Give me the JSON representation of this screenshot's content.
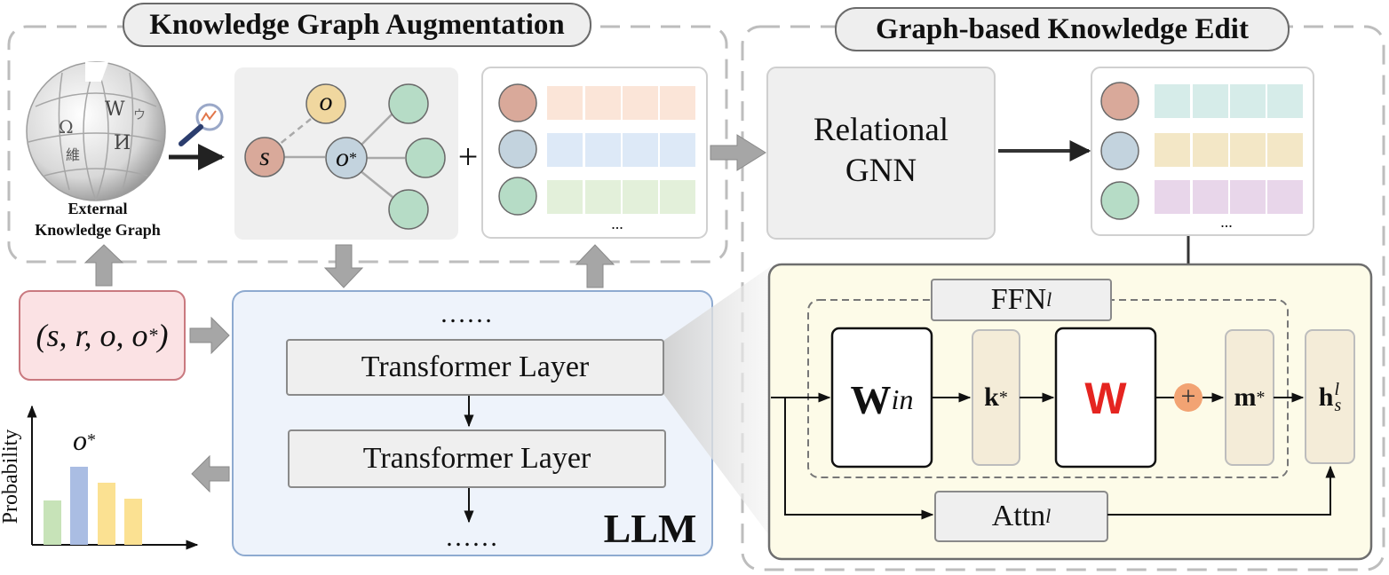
{
  "sections": {
    "kga_title": "Knowledge Graph Augmentation",
    "gke_title": "Graph-based Knowledge Edit"
  },
  "external_kg": {
    "label_line1": "External",
    "label_line2": "Knowledge Graph"
  },
  "subgraph": {
    "node_s": "s",
    "node_o": "o",
    "node_ostar_base": "o",
    "node_ostar_sup": "*"
  },
  "plus_sign": "+",
  "ellipsis_small": "...",
  "relational_gnn": {
    "line1": "Relational",
    "line2": "GNN"
  },
  "tuple": {
    "text": "(s, r, o, o",
    "sup": "*",
    "close": ")"
  },
  "llm": {
    "label": "LLM",
    "dots_top": "……",
    "dots_bottom": "……",
    "layer1": "Transformer Layer",
    "layer2": "Transformer Layer"
  },
  "prob_chart": {
    "ylabel": "Probability",
    "peak_label_base": "o",
    "peak_label_sup": "*"
  },
  "ffn": {
    "ffn_label": "FFN",
    "ffn_sup": "l",
    "w_in": "W",
    "w_in_sub": "in",
    "k_star": "k",
    "k_sub": "*",
    "w": "W",
    "plus": "+",
    "m_star": "m",
    "m_sub": "*",
    "h": "h",
    "h_sub": "s",
    "h_sup": "l",
    "attn": "Attn",
    "attn_sup": "l"
  },
  "colors": {
    "node_s": "#d9a99a",
    "node_o": "#f0d79f",
    "node_ostar": "#c3d3de",
    "node_green": "#b6dcc6",
    "row_orange": "#fbe5d8",
    "row_blue": "#dde9f7",
    "row_green": "#e3f0da",
    "row_teal": "#d6ece9",
    "row_yellow": "#f3e7c6",
    "row_purple": "#e8d6ea",
    "node_purple_row": "#b6dcc6",
    "llm_bg": "#eef3fb",
    "llm_border": "#8eaad0",
    "tuple_bg": "#fbe2e4",
    "tuple_border": "#c9797f",
    "ffn_bg": "#fdfbe8",
    "plus_circle": "#f2a373",
    "w_red": "#e52420",
    "bar_green": "#c7e3b8",
    "bar_blue": "#aabde3",
    "bar_yellow": "#fbe192"
  }
}
